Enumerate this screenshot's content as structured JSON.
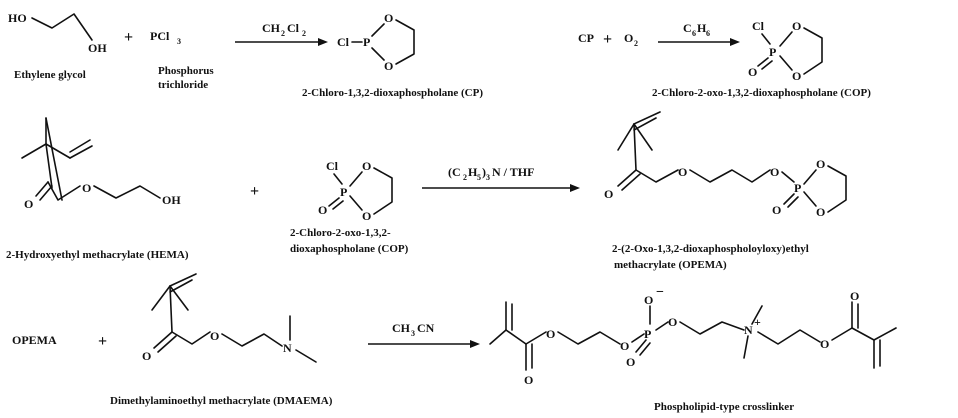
{
  "row1": {
    "reactant1_name": "Ethylene glycol",
    "ho": "HO",
    "oh": "OH",
    "plus1": "+",
    "pcl3": "PCl",
    "pcl3_sub": "3",
    "reactant2_name_1": "Phosphorus",
    "reactant2_name_2": "trichloride",
    "solvent1": "CH",
    "solvent1_sub": "2",
    "solvent1_b": "Cl",
    "solvent1_sub2": "2",
    "product1_name": "2-Chloro-1,3,2-dioxaphospholane (CP)",
    "cp": "CP",
    "plus2": "+",
    "o2": "O",
    "o2_sub": "2",
    "solvent2": "C",
    "solvent2_sub": "6",
    "solvent2_b": "H",
    "solvent2_sub2": "6",
    "product2_name": "2-Chloro-2-oxo-1,3,2-dioxaphospholane (COP)"
  },
  "row2": {
    "reactant_name": "2-Hydroxyethyl methacrylate (HEMA)",
    "plus": "+",
    "cop_name_1": "2-Chloro-2-oxo-1,3,2-",
    "cop_name_2": "dioxaphospholane (COP)",
    "conditions": "(C",
    "conditions_sub": "2",
    "conditions_b": "H",
    "conditions_sub2": "5",
    "conditions_c": ")",
    "conditions_sub3": "3",
    "conditions_d": "N / THF",
    "product_name_1": "2-(2-Oxo-1,3,2-dioxaphospholoyloxy)ethyl",
    "product_name_2": "methacrylate (OPEMA)"
  },
  "row3": {
    "opema": "OPEMA",
    "plus": "+",
    "reactant_name": "Dimethylaminoethyl methacrylate (DMAEMA)",
    "solvent": "CH",
    "solvent_sub": "3",
    "solvent_b": "CN",
    "product_name": "Phospholipid-type crosslinker"
  },
  "atoms": {
    "o": "O",
    "p": "P",
    "cl": "Cl",
    "n": "N",
    "oh": "OH",
    "plus_charge": "+",
    "minus_charge": "−"
  }
}
